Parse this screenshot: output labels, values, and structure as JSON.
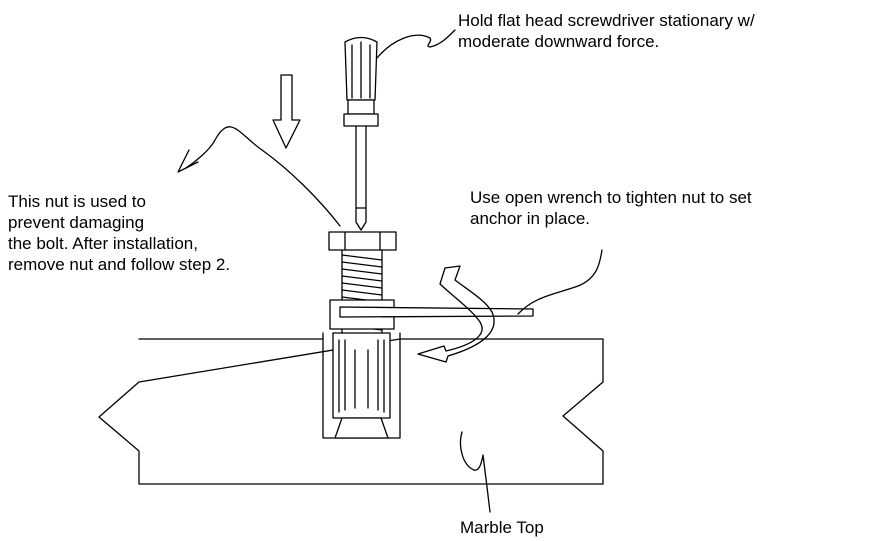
{
  "labels": {
    "screwdriver": [
      "Hold flat head screwdriver stationary w/",
      "moderate downward force."
    ],
    "nut": [
      "This nut is used to",
      "prevent damaging",
      "the bolt. After installation,",
      "remove nut and follow step 2."
    ],
    "wrench": [
      "Use open wrench to tighten nut to set",
      "anchor in place."
    ],
    "marble": "Marble Top"
  }
}
